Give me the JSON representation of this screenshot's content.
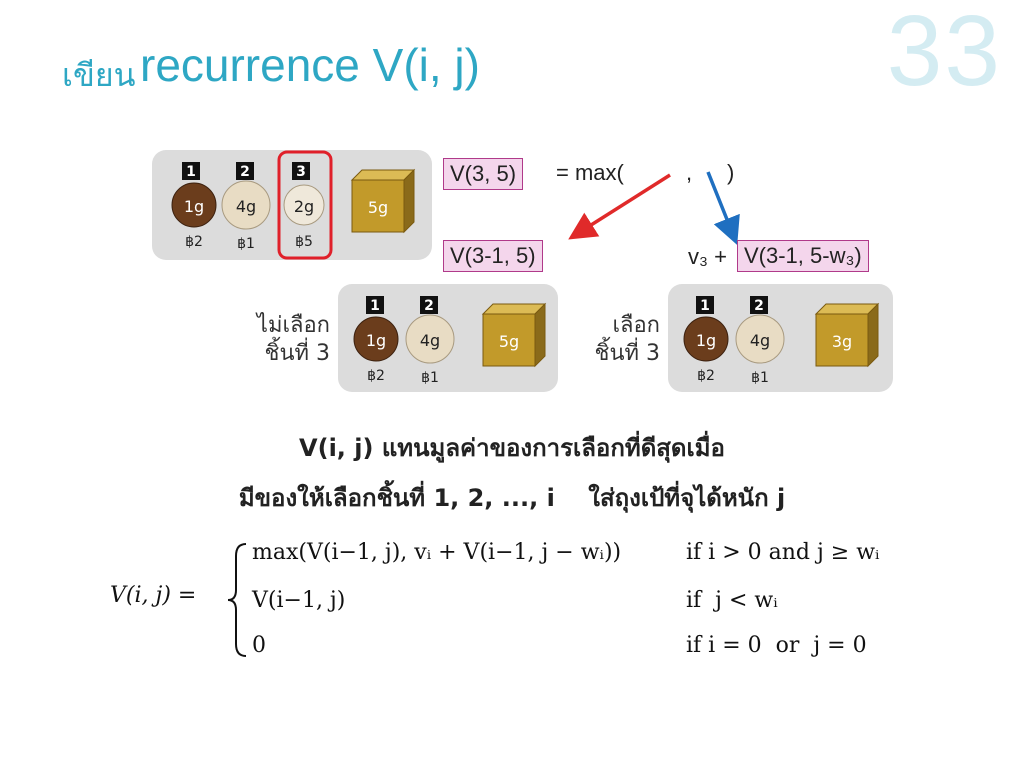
{
  "title": {
    "thai": "เขียน",
    "main": "recurrence V(i, j)"
  },
  "page_number": "33",
  "top_panel": {
    "items": [
      {
        "num": "1",
        "weight": "1g",
        "price": "฿2",
        "color": "#6b3d1c"
      },
      {
        "num": "2",
        "weight": "4g",
        "price": "฿1",
        "color": "#e8dcc4"
      },
      {
        "num": "3",
        "weight": "2g",
        "price": "฿5",
        "color": "#efe8da"
      }
    ],
    "bag": "5g"
  },
  "equation": {
    "lhs": "V(3, 5)",
    "rest": "= max(",
    "comma": ",",
    "close": ")"
  },
  "branch_left": {
    "box": "V(3-1, 5)"
  },
  "branch_right": {
    "prefix": "v₃ +",
    "box": "V(3-1, 5-w₃)"
  },
  "left_panel": {
    "label_line1": "ไม่เลือก",
    "label_line2": "ชิ้นที่ 3",
    "items": [
      {
        "num": "1",
        "weight": "1g",
        "price": "฿2"
      },
      {
        "num": "2",
        "weight": "4g",
        "price": "฿1"
      }
    ],
    "bag": "5g"
  },
  "right_panel": {
    "label_line1": "เลือก",
    "label_line2": "ชิ้นที่ 3",
    "items": [
      {
        "num": "1",
        "weight": "1g",
        "price": "฿2"
      },
      {
        "num": "2",
        "weight": "4g",
        "price": "฿1"
      }
    ],
    "bag": "3g"
  },
  "description": {
    "line1": "V(i, j) แทนมูลค่าของการเลือกที่ดีสุดเมื่อ",
    "line2": "มีของให้เลือกชิ้นที่ 1, 2, ..., i    ใส่ถุงเป้ที่จุได้หนัก j"
  },
  "formula": {
    "lhs": "V(i, j) =",
    "cases": [
      {
        "expr": "max(V(i−1, j), vᵢ + V(i−1, j − wᵢ))",
        "cond": "if i > 0 and j ≥ wᵢ"
      },
      {
        "expr": "V(i−1, j)",
        "cond": "if  j < wᵢ"
      },
      {
        "expr": "0",
        "cond": "if i = 0  or  j = 0"
      }
    ]
  },
  "colors": {
    "title": "#2ea7c4",
    "arrow_left": "#e02a2a",
    "arrow_right": "#1f6fc0",
    "box_fill": "#f4d6ec",
    "highlight": "#e0202a",
    "bag": "#c29a2a"
  }
}
